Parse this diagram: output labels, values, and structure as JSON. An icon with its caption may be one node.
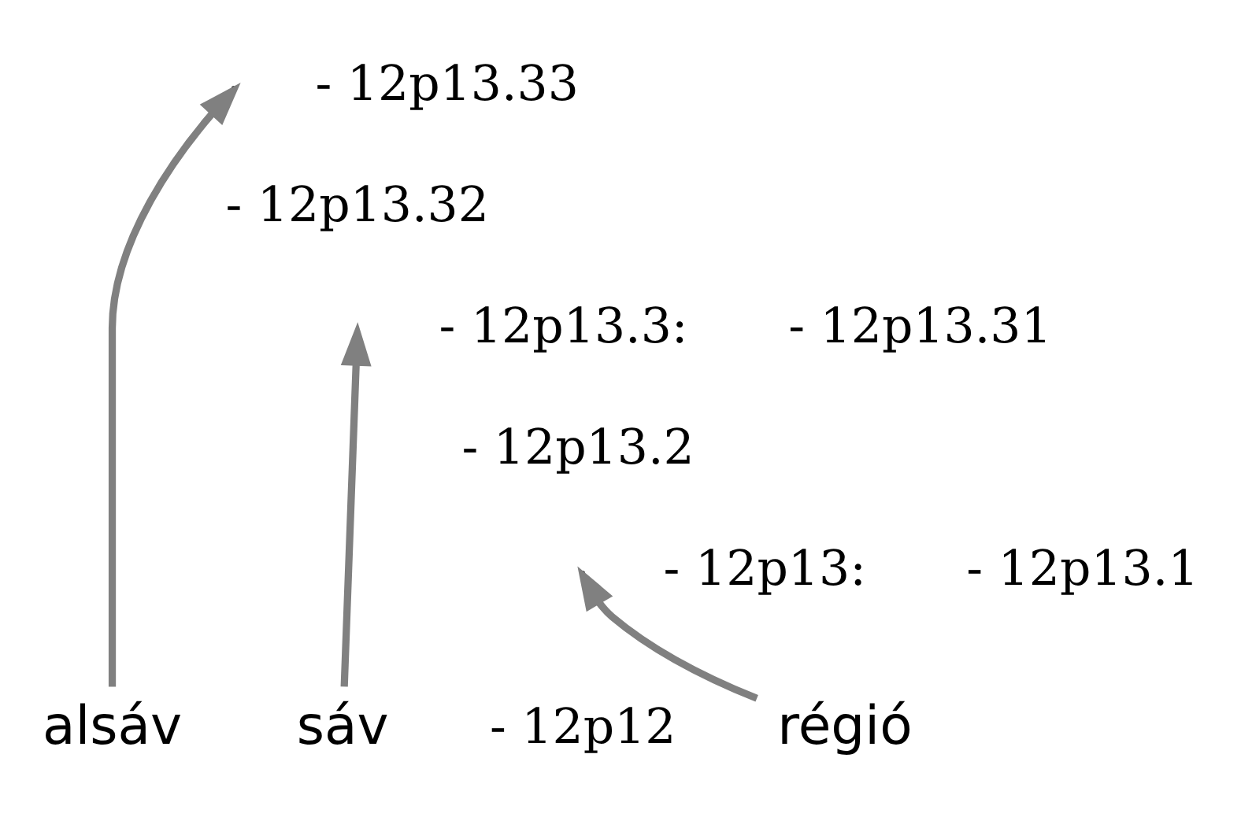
{
  "diagram": {
    "nodes": [
      {
        "text": [
          "régió"
        ]
      },
      {
        "text": [
          "sáv"
        ]
      },
      {
        "text": [
          "alsáv"
        ]
      }
    ],
    "edges": [
      {
        "from": 0,
        "to": null,
        "arrow": "to"
      },
      {
        "from": 1,
        "to": null,
        "arrow": "to"
      },
      {
        "from": 2,
        "to": null,
        "arrow": "to"
      }
    ],
    "labels": [
      "- 12p12",
      "- 12p13:",
      "- 12p13.1",
      "- 12p13.2",
      "- 12p13.3:",
      "- 12p13.31",
      "- 12p13.32",
      "- 12p13.33"
    ]
  }
}
